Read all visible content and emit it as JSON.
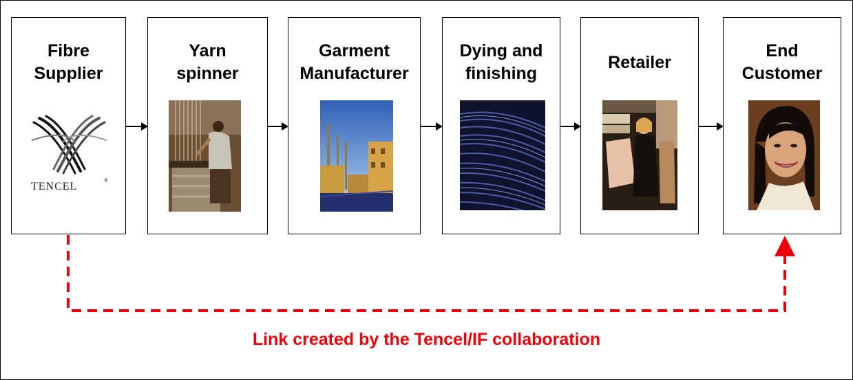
{
  "diagram": {
    "stages": [
      {
        "title": "Fibre\nSupplier",
        "image": "tencel-logo",
        "logo_text": "TENCEL",
        "logo_mark": "®"
      },
      {
        "title": "Yarn\nspinner",
        "image": "weaver-at-loom-photo"
      },
      {
        "title": "Garment\nManufacturer",
        "image": "factory-chimneys-photo"
      },
      {
        "title": "Dying and\nfinishing",
        "image": "blue-fabric-folds-photo"
      },
      {
        "title": "Retailer",
        "image": "woman-shopping-clothes-photo"
      },
      {
        "title": "End\nCustomer",
        "image": "smiling-woman-portrait-photo"
      }
    ],
    "link_caption": "Link created by the Tencel/IF collaboration",
    "colors": {
      "link": "#e8000b",
      "box_border": "#000000",
      "text": "#000000"
    }
  }
}
